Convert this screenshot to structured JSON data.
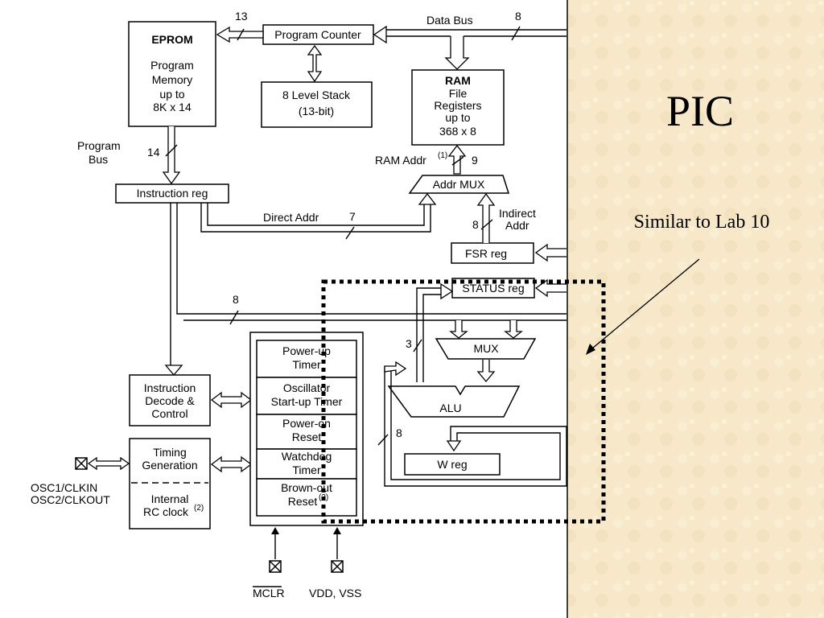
{
  "slide": {
    "title": "PIC",
    "note": "Similar to Lab 10",
    "background_color": "#f6e8c9"
  },
  "blocks": {
    "eprom": [
      "EPROM",
      "Program",
      "Memory",
      "up to",
      "8K x 14"
    ],
    "program_counter": "Program Counter",
    "stack": [
      "8 Level Stack",
      "(13-bit)"
    ],
    "ram": [
      "RAM",
      "File",
      "Registers",
      "up to",
      "368 x 8"
    ],
    "instruction_reg": "Instruction reg",
    "addr_mux": "Addr MUX",
    "fsr_reg": "FSR reg",
    "status_reg": "STATUS reg",
    "mux": "MUX",
    "alu": "ALU",
    "w_reg": "W reg",
    "decode": [
      "Instruction",
      "Decode &",
      "Control"
    ],
    "timing": [
      "Timing",
      "Generation"
    ],
    "rc_clock": [
      "Internal",
      "RC clock"
    ],
    "rc_clock_note": "(2)",
    "timers": [
      [
        "Power-up",
        "Timer"
      ],
      [
        "Oscillator",
        "Start-up Timer"
      ],
      [
        "Power-on",
        "Reset"
      ],
      [
        "Watchdog",
        "Timer"
      ],
      [
        "Brown-out",
        "Reset"
      ]
    ],
    "brownout_note": "(2)"
  },
  "labels": {
    "data_bus": "Data Bus",
    "data_bus_width": "8",
    "pc_width": "13",
    "program_bus": [
      "Program",
      "Bus"
    ],
    "program_bus_width": "14",
    "ram_addr": "RAM Addr",
    "ram_addr_note": "(1)",
    "ram_addr_width": "9",
    "direct_addr": "Direct Addr",
    "direct_addr_width": "7",
    "indirect_addr": [
      "Indirect",
      "Addr"
    ],
    "indirect_width": "8",
    "internal_bus_width": "8",
    "mux_width": "3",
    "alu_w_width": "8",
    "osc": [
      "OSC1/CLKIN",
      "OSC2/CLKOUT"
    ],
    "mclr": "MCLR",
    "vdd": "VDD, VSS"
  }
}
